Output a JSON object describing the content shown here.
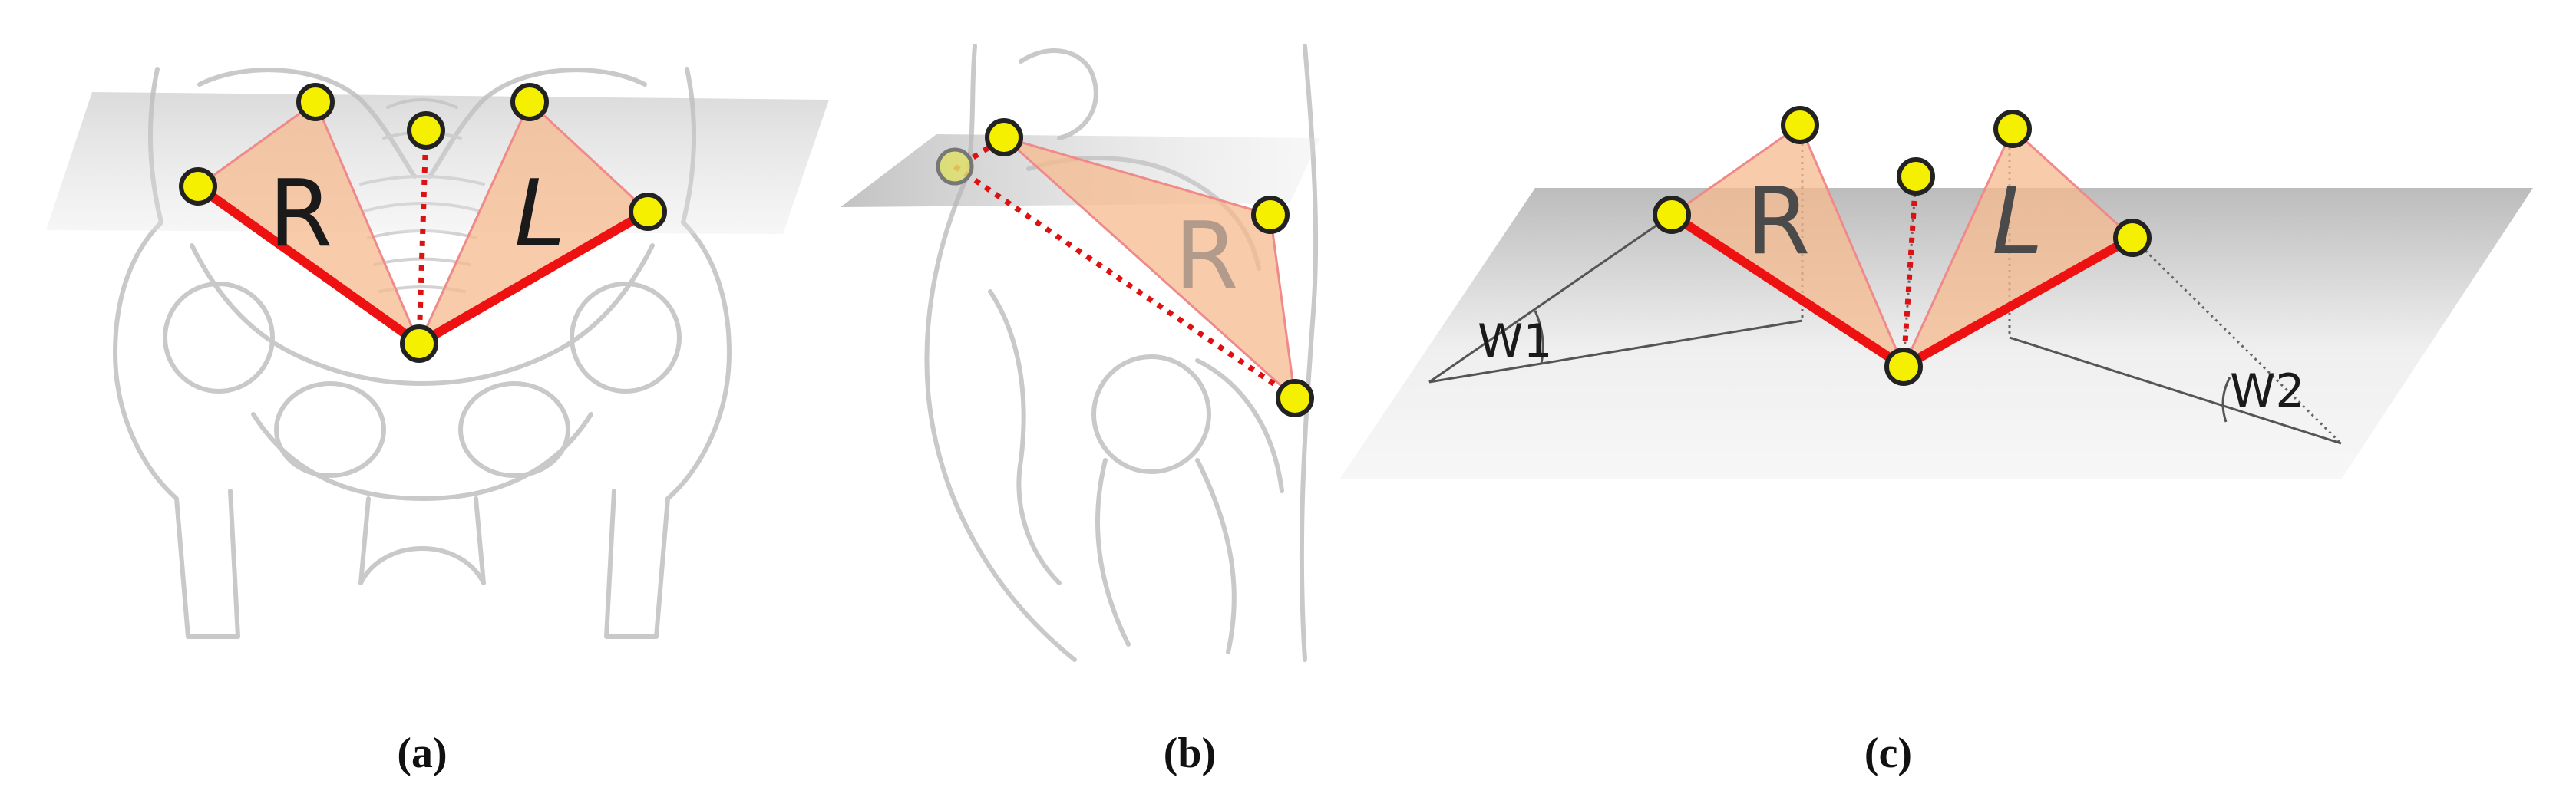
{
  "panels": [
    {
      "caption": "(a)",
      "labels": [
        "R",
        "L"
      ]
    },
    {
      "caption": "(b)",
      "labels": [
        "R"
      ]
    },
    {
      "caption": "(c)",
      "labels": [
        "R",
        "L"
      ],
      "angles": [
        "W1",
        "W2"
      ]
    }
  ],
  "colors": {
    "landmark_fill": "#f5f000",
    "triangle_fill": "#f6b98f",
    "edge": "#ee1111",
    "plane": "#d8d8d8"
  }
}
